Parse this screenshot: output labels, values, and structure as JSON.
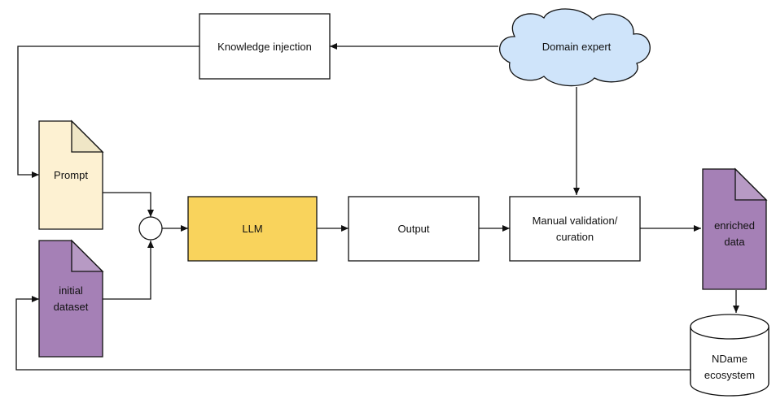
{
  "nodes": {
    "knowledge_injection": {
      "label": "Knowledge injection"
    },
    "domain_expert": {
      "label": "Domain expert"
    },
    "prompt": {
      "label": "Prompt"
    },
    "initial_dataset": {
      "lines": [
        "initial",
        "dataset"
      ]
    },
    "llm": {
      "label": "LLM"
    },
    "output": {
      "label": "Output"
    },
    "manual_validation": {
      "lines": [
        "Manual validation/",
        "curation"
      ]
    },
    "enriched_data": {
      "lines": [
        "enriched",
        "data"
      ]
    },
    "ndame": {
      "lines": [
        "NDame",
        "ecosystem"
      ]
    }
  },
  "colors": {
    "prompt_doc": "#fdf1d2",
    "prompt_fold": "#efe6c6",
    "dataset_doc": "#a580b6",
    "dataset_fold": "#b79ac4",
    "llm_fill": "#f9d35c",
    "cloud_fill": "#cfe4fa",
    "stroke": "#111111"
  }
}
